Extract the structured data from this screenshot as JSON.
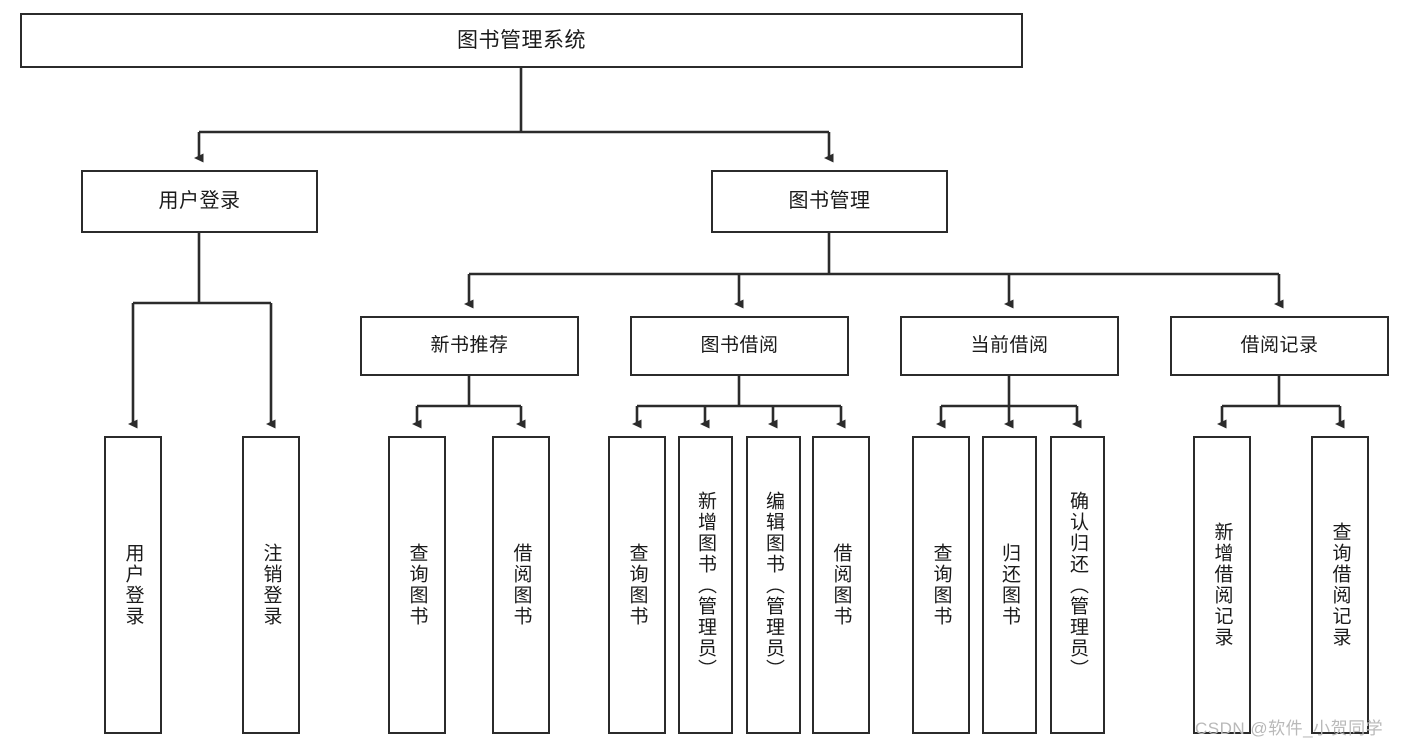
{
  "diagram": {
    "title": "图书管理系统",
    "watermark": "CSDN @软件_小贺同学",
    "stroke_color": "#2b2b2b",
    "background_color": "#ffffff",
    "nodes": {
      "root": {
        "label": "图书管理系统"
      },
      "level2": [
        {
          "label": "用户登录"
        },
        {
          "label": "图书管理"
        }
      ],
      "level3": [
        {
          "label": "新书推荐"
        },
        {
          "label": "图书借阅"
        },
        {
          "label": "当前借阅"
        },
        {
          "label": "借阅记录"
        }
      ],
      "leaves": [
        {
          "label": "用户登录"
        },
        {
          "label": "注销登录"
        },
        {
          "label": "查询图书"
        },
        {
          "label": "借阅图书"
        },
        {
          "label": "查询图书"
        },
        {
          "label": "新增图书（管理员）"
        },
        {
          "label": "编辑图书（管理员）"
        },
        {
          "label": "借阅图书"
        },
        {
          "label": "查询图书"
        },
        {
          "label": "归还图书"
        },
        {
          "label": "确认归还（管理员）"
        },
        {
          "label": "新增借阅记录"
        },
        {
          "label": "查询借阅记录"
        }
      ]
    }
  }
}
